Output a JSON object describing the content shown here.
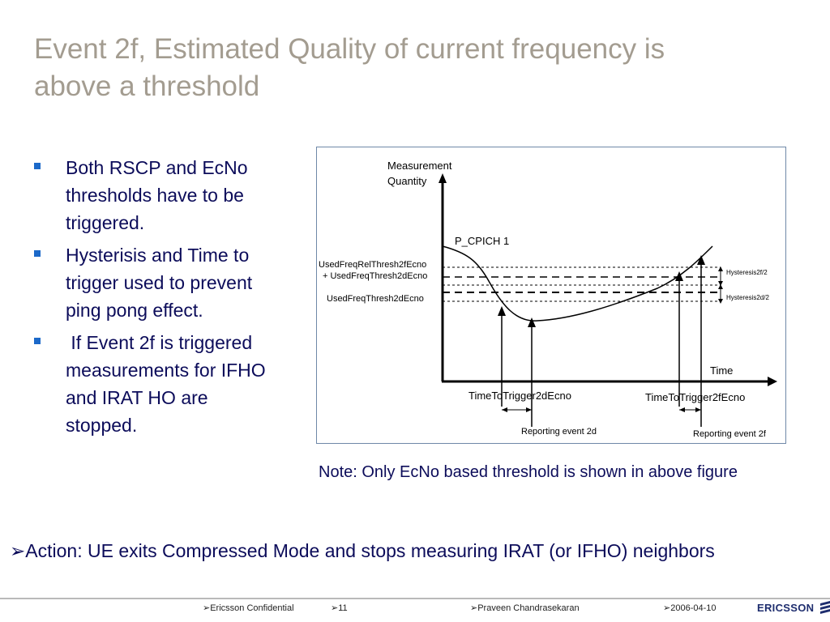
{
  "title": {
    "line1": "Event 2f, Estimated Quality of current frequency is",
    "line2": "above a threshold"
  },
  "bullets": [
    "Both RSCP and EcNo thresholds have to be triggered.",
    "Hysterisis and Time to trigger used to prevent ping pong effect.",
    " If Event 2f is triggered measurements for IFHO and IRAT HO are stopped."
  ],
  "diagram": {
    "y_axis_label_1": "Measurement",
    "y_axis_label_2": "Quantity",
    "x_axis_label": "Time",
    "curve_label": "P_CPICH 1",
    "threshold_label_1a": "UsedFreqRelThresh2fEcno",
    "threshold_label_1b": "+ UsedFreqThresh2dEcno",
    "threshold_label_2": "UsedFreqThresh2dEcno",
    "hysteresis_2f": "Hysteresis2f/2",
    "hysteresis_2d": "Hysteresis2d/2",
    "ttt_2d": "TimeToTrigger2dEcno",
    "ttt_2f": "TimeToTrigger2fEcno",
    "report_2d": "Reporting event 2d",
    "report_2f": "Reporting event 2f"
  },
  "note": "Note: Only EcNo based threshold is shown in above figure",
  "action": "➢Action: UE exits Compressed Mode and stops measuring IRAT (or IFHO) neighbors",
  "footer": {
    "confidential": "➢Ericsson Confidential",
    "page": "➢11",
    "author": "➢Praveen Chandrasekaran",
    "date": "➢2006-04-10",
    "logo": "ERICSSON"
  }
}
